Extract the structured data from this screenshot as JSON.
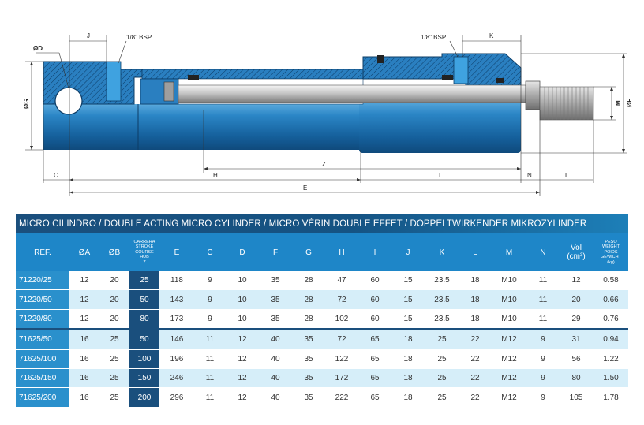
{
  "drawing": {
    "labels": {
      "od": "ØD",
      "og": "ØG",
      "of": "ØF",
      "m": "M",
      "j": "J",
      "k": "K",
      "bsp_left": "1/8\" BSP",
      "bsp_right": "1/8\" BSP",
      "c": "C",
      "h": "H",
      "z": "Z",
      "i": "I",
      "n": "N",
      "l": "L",
      "e": "E"
    }
  },
  "table": {
    "title": "MICRO CILINDRO / DOUBLE ACTING MICRO CYLINDER / MICRO VÉRIN DOUBLE EFFET / DOPPELTWIRKENDER MIKROZYLINDER",
    "headers": {
      "ref": "REF.",
      "a": "ØA",
      "b": "ØB",
      "stroke": [
        "CARRERA",
        "STROKE",
        "COURSE",
        "HUB",
        "Z"
      ],
      "e": "E",
      "c": "C",
      "d": "D",
      "f": "F",
      "g": "G",
      "h": "H",
      "i": "I",
      "j": "J",
      "k": "K",
      "l": "L",
      "m": "M",
      "n": "N",
      "vol": "Vol",
      "vol_unit": "(cm³)",
      "weight": [
        "PESO",
        "WEIGHT",
        "POIDS",
        "GEWICHT",
        "(kg)"
      ]
    },
    "rows": [
      [
        "71220/25",
        "12",
        "20",
        "25",
        "118",
        "9",
        "10",
        "35",
        "28",
        "47",
        "60",
        "15",
        "23.5",
        "18",
        "M10",
        "11",
        "12",
        "0.58"
      ],
      [
        "71220/50",
        "12",
        "20",
        "50",
        "143",
        "9",
        "10",
        "35",
        "28",
        "72",
        "60",
        "15",
        "23.5",
        "18",
        "M10",
        "11",
        "20",
        "0.66"
      ],
      [
        "71220/80",
        "12",
        "20",
        "80",
        "173",
        "9",
        "10",
        "35",
        "28",
        "102",
        "60",
        "15",
        "23.5",
        "18",
        "M10",
        "11",
        "29",
        "0.76"
      ],
      [
        "71625/50",
        "16",
        "25",
        "50",
        "146",
        "11",
        "12",
        "40",
        "35",
        "72",
        "65",
        "18",
        "25",
        "22",
        "M12",
        "9",
        "31",
        "0.94"
      ],
      [
        "71625/100",
        "16",
        "25",
        "100",
        "196",
        "11",
        "12",
        "40",
        "35",
        "122",
        "65",
        "18",
        "25",
        "22",
        "M12",
        "9",
        "56",
        "1.22"
      ],
      [
        "71625/150",
        "16",
        "25",
        "150",
        "246",
        "11",
        "12",
        "40",
        "35",
        "172",
        "65",
        "18",
        "25",
        "22",
        "M12",
        "9",
        "80",
        "1.50"
      ],
      [
        "71625/200",
        "16",
        "25",
        "200",
        "296",
        "11",
        "12",
        "40",
        "35",
        "222",
        "65",
        "18",
        "25",
        "22",
        "M12",
        "9",
        "105",
        "1.78"
      ]
    ]
  },
  "colors": {
    "header_blue": "#1e86c8",
    "title_navy": "#1a4f7d",
    "row_tint": "#d6eef9",
    "cylinder_blue": "#1a70b0"
  }
}
